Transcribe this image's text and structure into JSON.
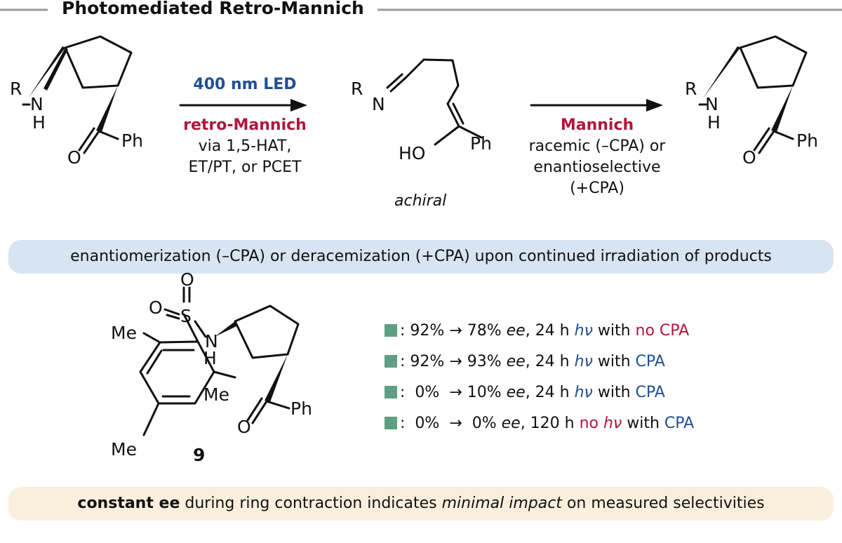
{
  "title": "Photomediated Retro-Mannich",
  "reactants": {
    "left": {
      "R": "R",
      "N": "N",
      "H": "H",
      "O": "O",
      "Ph": "Ph"
    },
    "middle": {
      "R": "R",
      "N": "N",
      "HO": "HO",
      "Ph": "Ph",
      "tag": "achiral"
    },
    "right": {
      "R": "R",
      "N": "N",
      "H": "H",
      "O": "O",
      "Ph": "Ph"
    }
  },
  "arrow1": {
    "top": "400 nm LED",
    "line1": "retro-Mannich",
    "line2": "via 1,5-HAT,",
    "line3": "ET/PT, or PCET"
  },
  "arrow2": {
    "line1": "Mannich",
    "line2": "racemic (–CPA) or",
    "line3": "enantioselective",
    "line4": "(+CPA)"
  },
  "banner_top": "enantiomerization (–CPA) or deracemization (+CPA) upon continued irradiation of products",
  "compound9": {
    "O1": "O",
    "O2": "O",
    "S": "S",
    "N": "N",
    "H": "H",
    "Me1": "Me",
    "Me2": "Me",
    "Me3": "Me",
    "O3": "O",
    "Ph": "Ph",
    "number": "9"
  },
  "ee_rows": [
    {
      "text": ": 92% → 78% ",
      "ee": "ee",
      "time": ", 24 h ",
      "hv": "hν",
      "with": " with ",
      "cond": "no CPA",
      "cond_color": "red",
      "hv_color": "blue",
      "pre": ""
    },
    {
      "text": ": 92% → 93% ",
      "ee": "ee",
      "time": ", 24 h ",
      "hv": "hν",
      "with": " with ",
      "cond": "CPA",
      "cond_color": "blue",
      "hv_color": "blue",
      "pre": ""
    },
    {
      "text": ":  0%  → 10% ",
      "ee": "ee",
      "time": ", 24 h ",
      "hv": "hν",
      "with": " with ",
      "cond": "CPA",
      "cond_color": "blue",
      "hv_color": "blue",
      "pre": ""
    },
    {
      "text": ":  0%  →  0% ",
      "ee": "ee",
      "time": ", 120 h ",
      "hv": "hν",
      "with": " with ",
      "cond": "CPA",
      "cond_color": "blue",
      "hv_color": "red",
      "pre": "no "
    }
  ],
  "colors": {
    "accent_blue": "#1f4e96",
    "accent_red": "#b0163c",
    "square": "#5f9e82"
  },
  "banner_bottom": {
    "part1": "constant ee",
    "part2": " during ring contraction indicates ",
    "part3": "minimal impact",
    "part4": " on measured selectivities"
  }
}
